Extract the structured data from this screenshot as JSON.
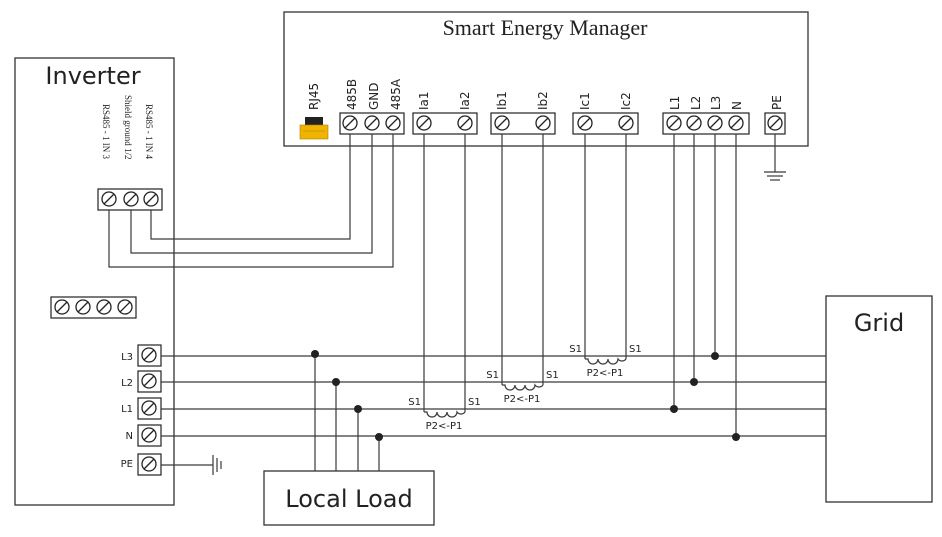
{
  "title": "Smart Energy Manager",
  "inverter": {
    "title": "Inverter",
    "rs485_labels": [
      "RS485 - 1 IN 3",
      "Shield ground 1/2",
      "RS485 - 1 IN 4"
    ],
    "power_terminals": [
      "L3",
      "L2",
      "L1",
      "N",
      "PE"
    ]
  },
  "meter_terminals": {
    "rj45": "RJ45",
    "comm": [
      "485B",
      "GND",
      "485A"
    ],
    "ia": [
      "Ia1",
      "Ia2"
    ],
    "ib": [
      "Ib1",
      "Ib2"
    ],
    "ic": [
      "Ic1",
      "Ic2"
    ],
    "lines": [
      "L1",
      "L2",
      "L3",
      "N"
    ],
    "pe": "PE"
  },
  "ct": {
    "s1": "S1",
    "direction": "P2<-P1"
  },
  "grid": "Grid",
  "local_load": "Local Load",
  "colors": {
    "line": "#3a3a3a",
    "rj45_plug": "#f0b400"
  }
}
